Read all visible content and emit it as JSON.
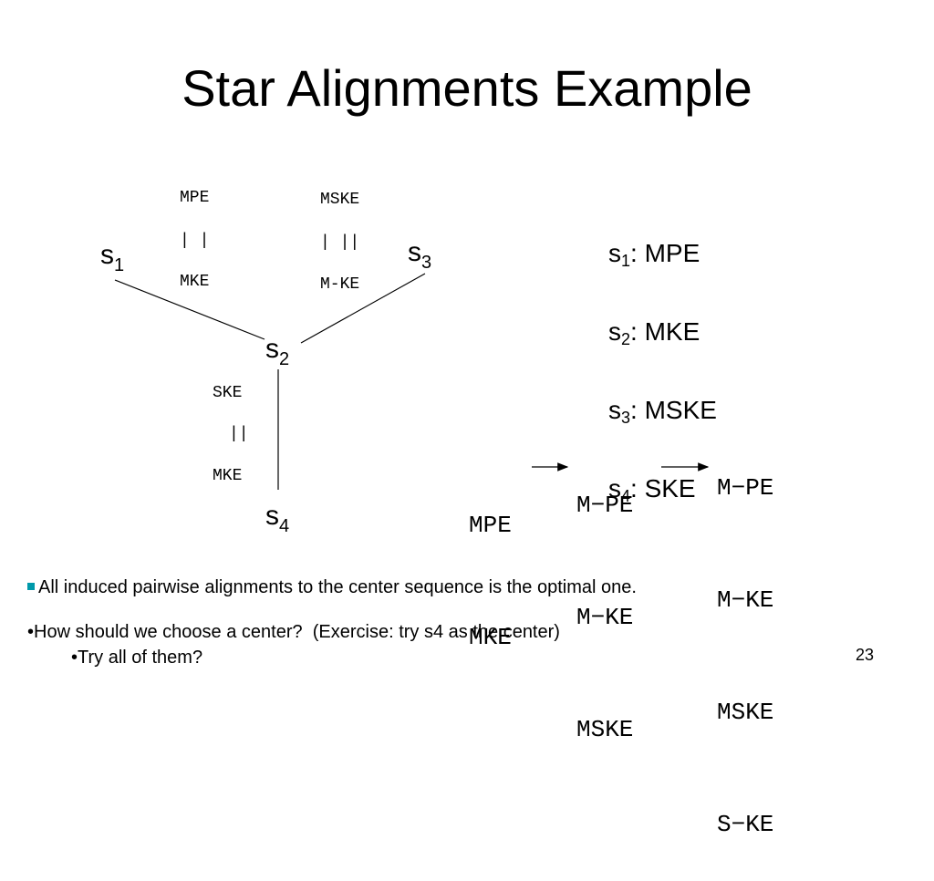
{
  "title": "Star Alignments Example",
  "nodes": {
    "s1": {
      "base": "s",
      "sub": "1"
    },
    "s2": {
      "base": "s",
      "sub": "2"
    },
    "s3": {
      "base": "s",
      "sub": "3"
    },
    "s4": {
      "base": "s",
      "sub": "4"
    }
  },
  "pair_s1_s2": [
    "MPE",
    "| |",
    "MKE"
  ],
  "pair_s3_s2": [
    "MSKE",
    "| ||",
    "M-KE"
  ],
  "pair_s4_s2": [
    "SKE",
    "||",
    "MKE"
  ],
  "sequences": [
    {
      "base": "s",
      "sub": "1",
      "value": ": MPE"
    },
    {
      "base": "s",
      "sub": "2",
      "value": ": MKE"
    },
    {
      "base": "s",
      "sub": "3",
      "value": ": MSKE"
    },
    {
      "base": "s",
      "sub": "4",
      "value": ": SKE"
    }
  ],
  "progression": {
    "step1": [
      "MPE",
      "MKE"
    ],
    "step2": [
      "M−PE",
      "M−KE",
      "MSKE"
    ],
    "step3": [
      "M−PE",
      "M−KE",
      "MSKE",
      "S−KE"
    ]
  },
  "bullets": {
    "b1": "All induced pairwise alignments to the center sequence is the optimal one.",
    "b2": "•How should we choose a center?  (Exercise: try s4 as the center)",
    "b3": "•Try all of them?"
  },
  "slide_number": "23",
  "colors": {
    "bullet_square": "#0099aa"
  }
}
